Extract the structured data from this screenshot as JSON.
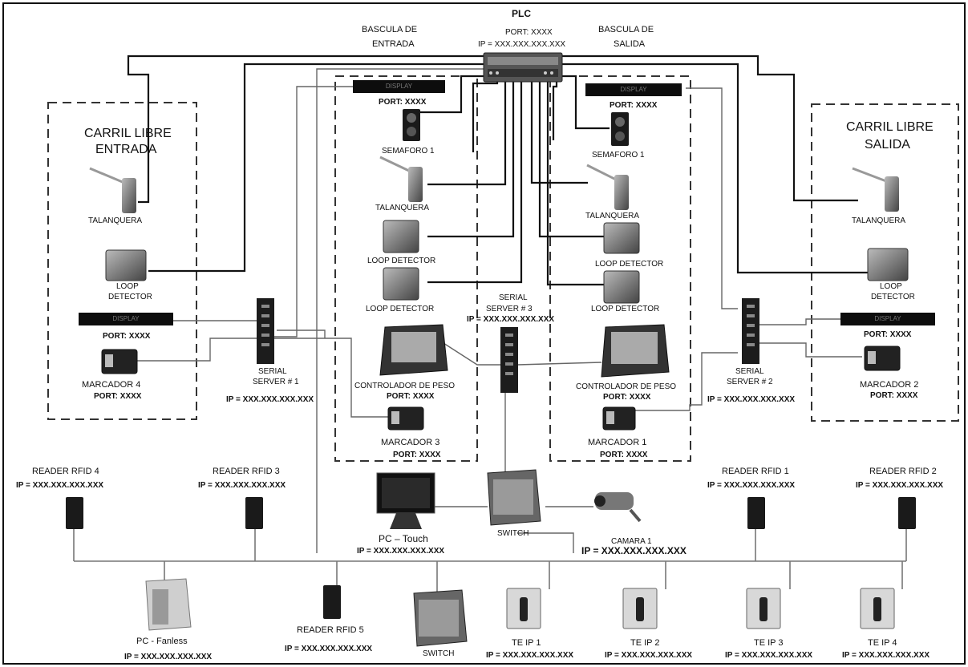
{
  "plc": {
    "title": "PLC",
    "port": "PORT: XXXX",
    "ip": "IP = XXX.XXX.XXX.XXX"
  },
  "zones": {
    "bascula_entrada": [
      "BASCULA DE",
      "ENTRADA"
    ],
    "bascula_salida": [
      "BASCULA DE",
      "SALIDA"
    ],
    "carril_entrada": [
      "CARRIL LIBRE",
      "ENTRADA"
    ],
    "carril_salida": [
      "CARRIL LIBRE",
      "SALIDA"
    ]
  },
  "labels": {
    "display": "DISPLAY",
    "port": "PORT: XXXX",
    "semaforo1": "SEMAFORO 1",
    "talanquera": "TALANQUERA",
    "loop_detector": "LOOP DETECTOR",
    "loop": "LOOP",
    "detector": "DETECTOR",
    "controlador": "CONTROLADOR DE PESO",
    "marcador1": "MARCADOR 1",
    "marcador2": "MARCADOR 2",
    "marcador3": "MARCADOR 3",
    "marcador4": "MARCADOR 4",
    "serial": "SERIAL",
    "server1": "SERVER # 1",
    "server2": "SERVER # 2",
    "serial_server3": "SERIAL",
    "server3": "SERVER # 3",
    "ip": "IP = XXX.XXX.XXX.XXX",
    "reader1": "READER RFID 1",
    "reader2": "READER RFID 2",
    "reader3": "READER RFID 3",
    "reader4": "READER RFID 4",
    "reader5": "READER RFID 5",
    "pc_touch": "PC – Touch",
    "pc_fanless": "PC - Fanless",
    "switch": "SWITCH",
    "camara": "CAMARA 1",
    "te1": "TE IP 1",
    "te2": "TE IP 2",
    "te3": "TE IP 3",
    "te4": "TE IP 4"
  }
}
